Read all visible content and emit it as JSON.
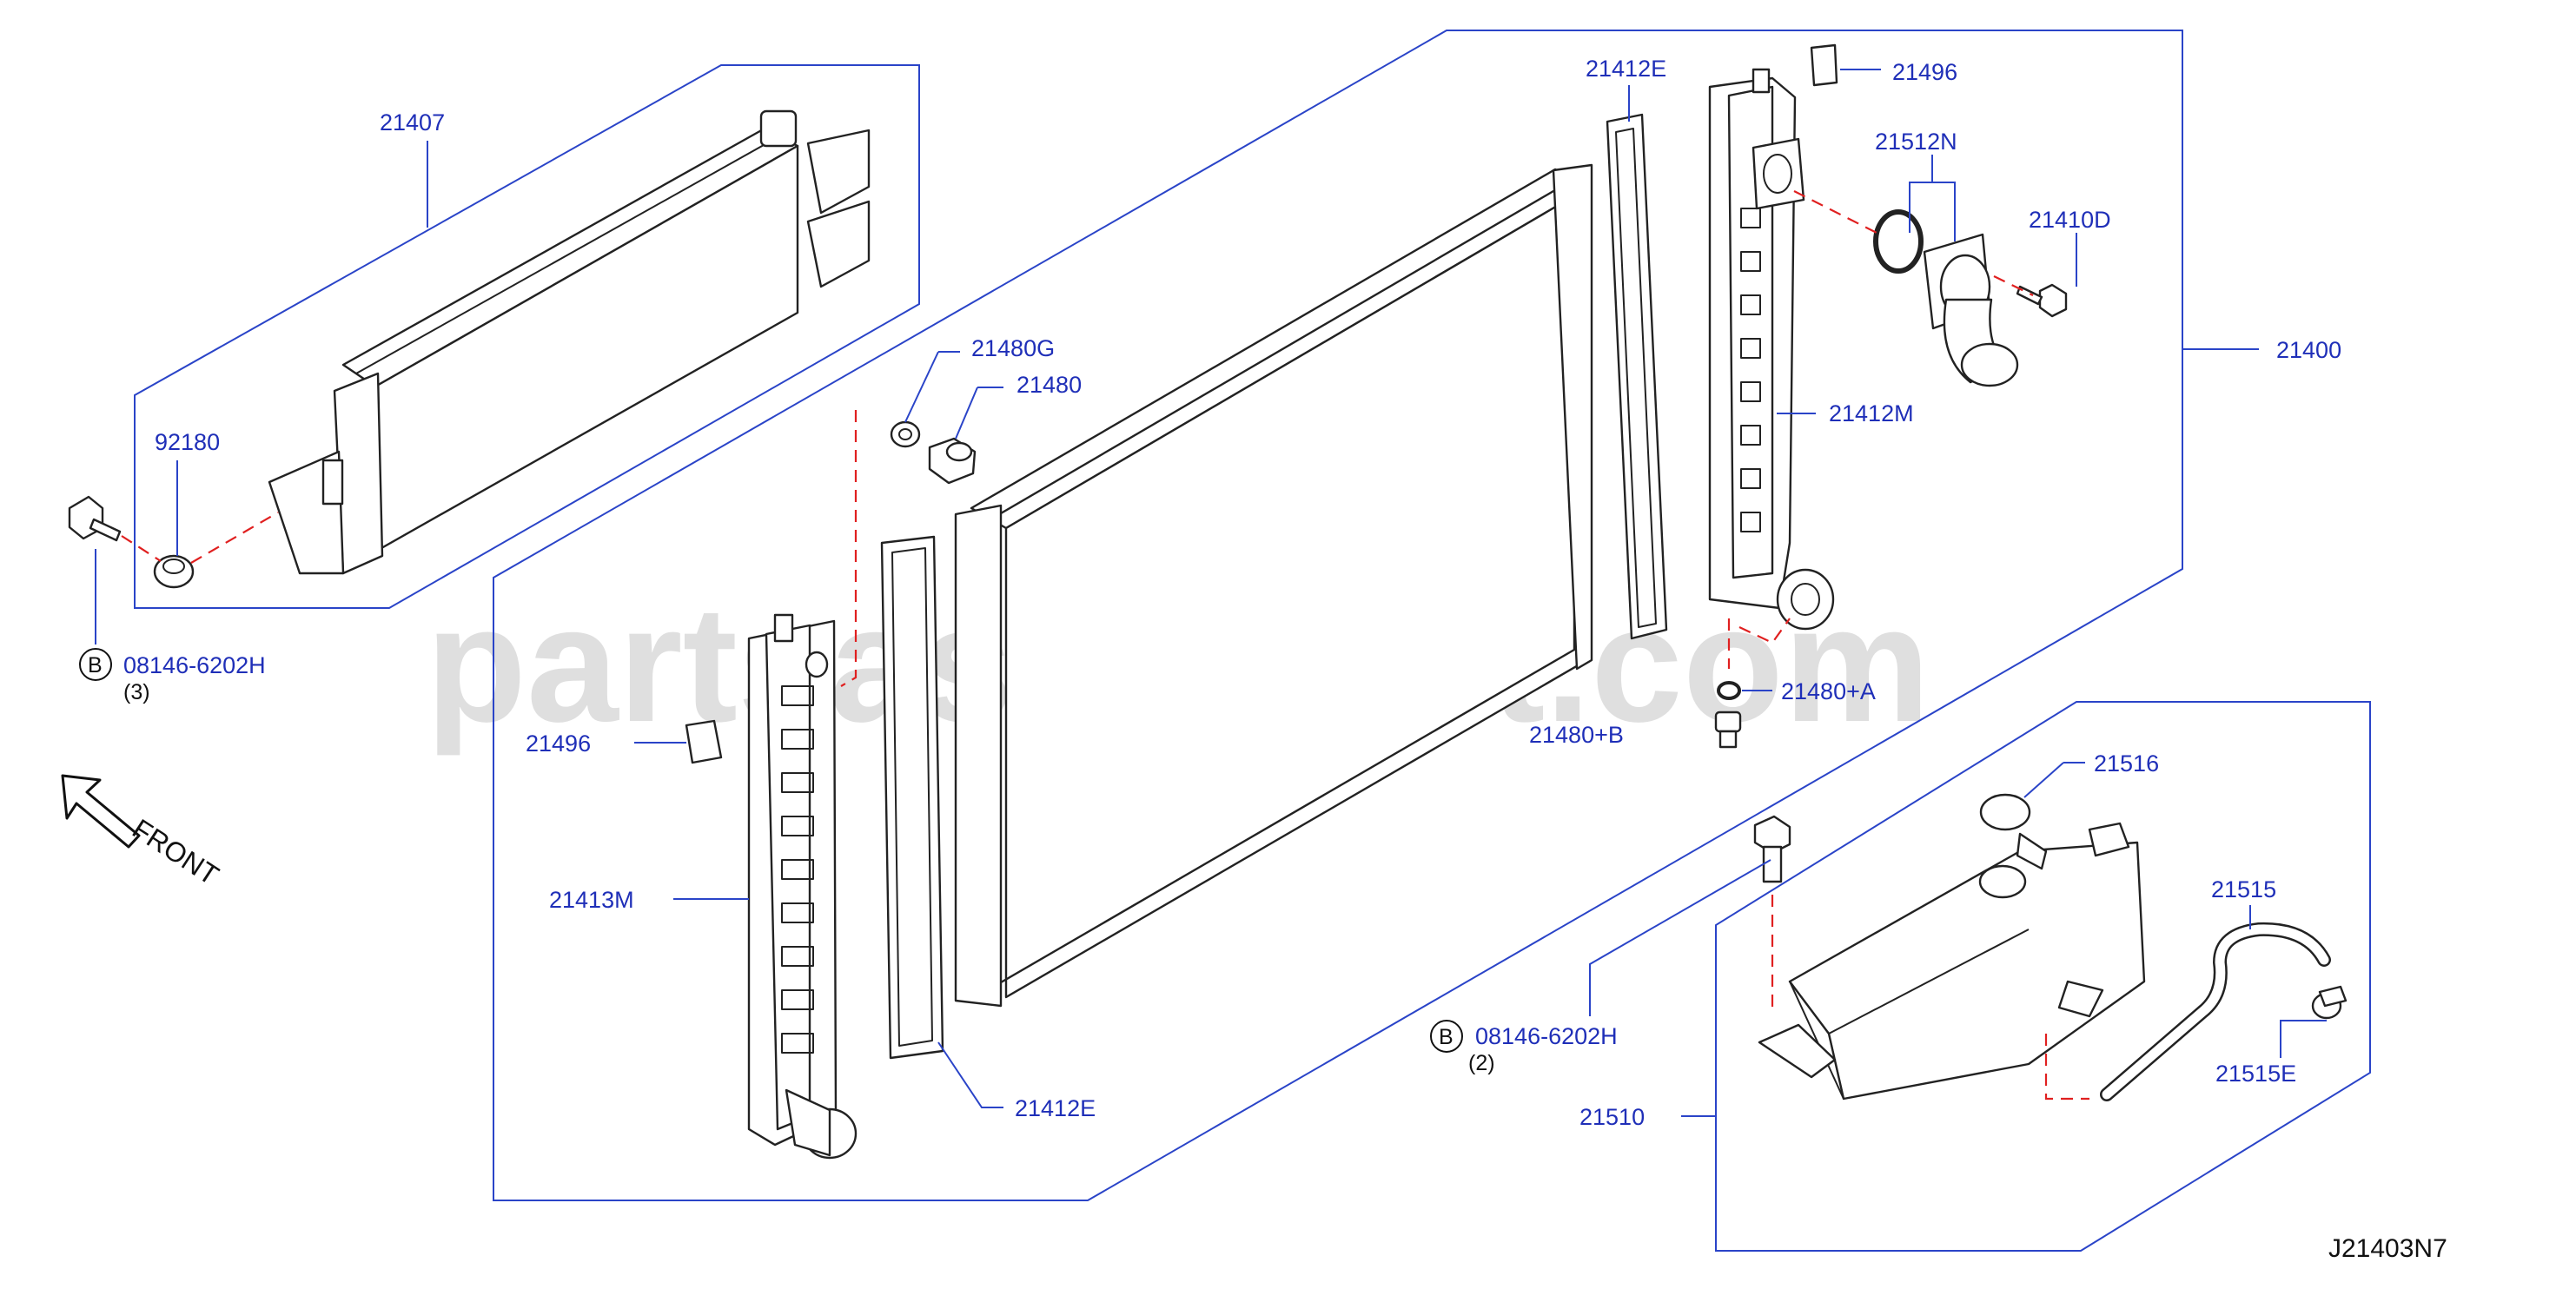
{
  "diagram": {
    "code": "J21403N7",
    "watermark": "partsassistant.com",
    "front_label": "FRONT",
    "labels": {
      "p21407": "21407",
      "p92180": "92180",
      "bolt_a_part": "08146-6202H",
      "bolt_a_qty": "(3)",
      "bolt_a_badge": "B",
      "p21496_left": "21496",
      "p21413M": "21413M",
      "p21480G": "21480G",
      "p21480": "21480",
      "p21412E_top": "21412E",
      "p21412E_bottom": "21412E",
      "p21496_top": "21496",
      "p21512N": "21512N",
      "p21410D": "21410D",
      "p21400": "21400",
      "p21412M": "21412M",
      "p21480A": "21480+A",
      "p21480B": "21480+B",
      "p21516": "21516",
      "p21515": "21515",
      "p21515E": "21515E",
      "p21510": "21510",
      "bolt_b_part": "08146-6202H",
      "bolt_b_qty": "(2)",
      "bolt_b_badge": "B"
    }
  },
  "colors": {
    "label": "#1f2fb8",
    "leader": "#2a44c8",
    "dashed": "#e02020",
    "outline": "#222222"
  }
}
